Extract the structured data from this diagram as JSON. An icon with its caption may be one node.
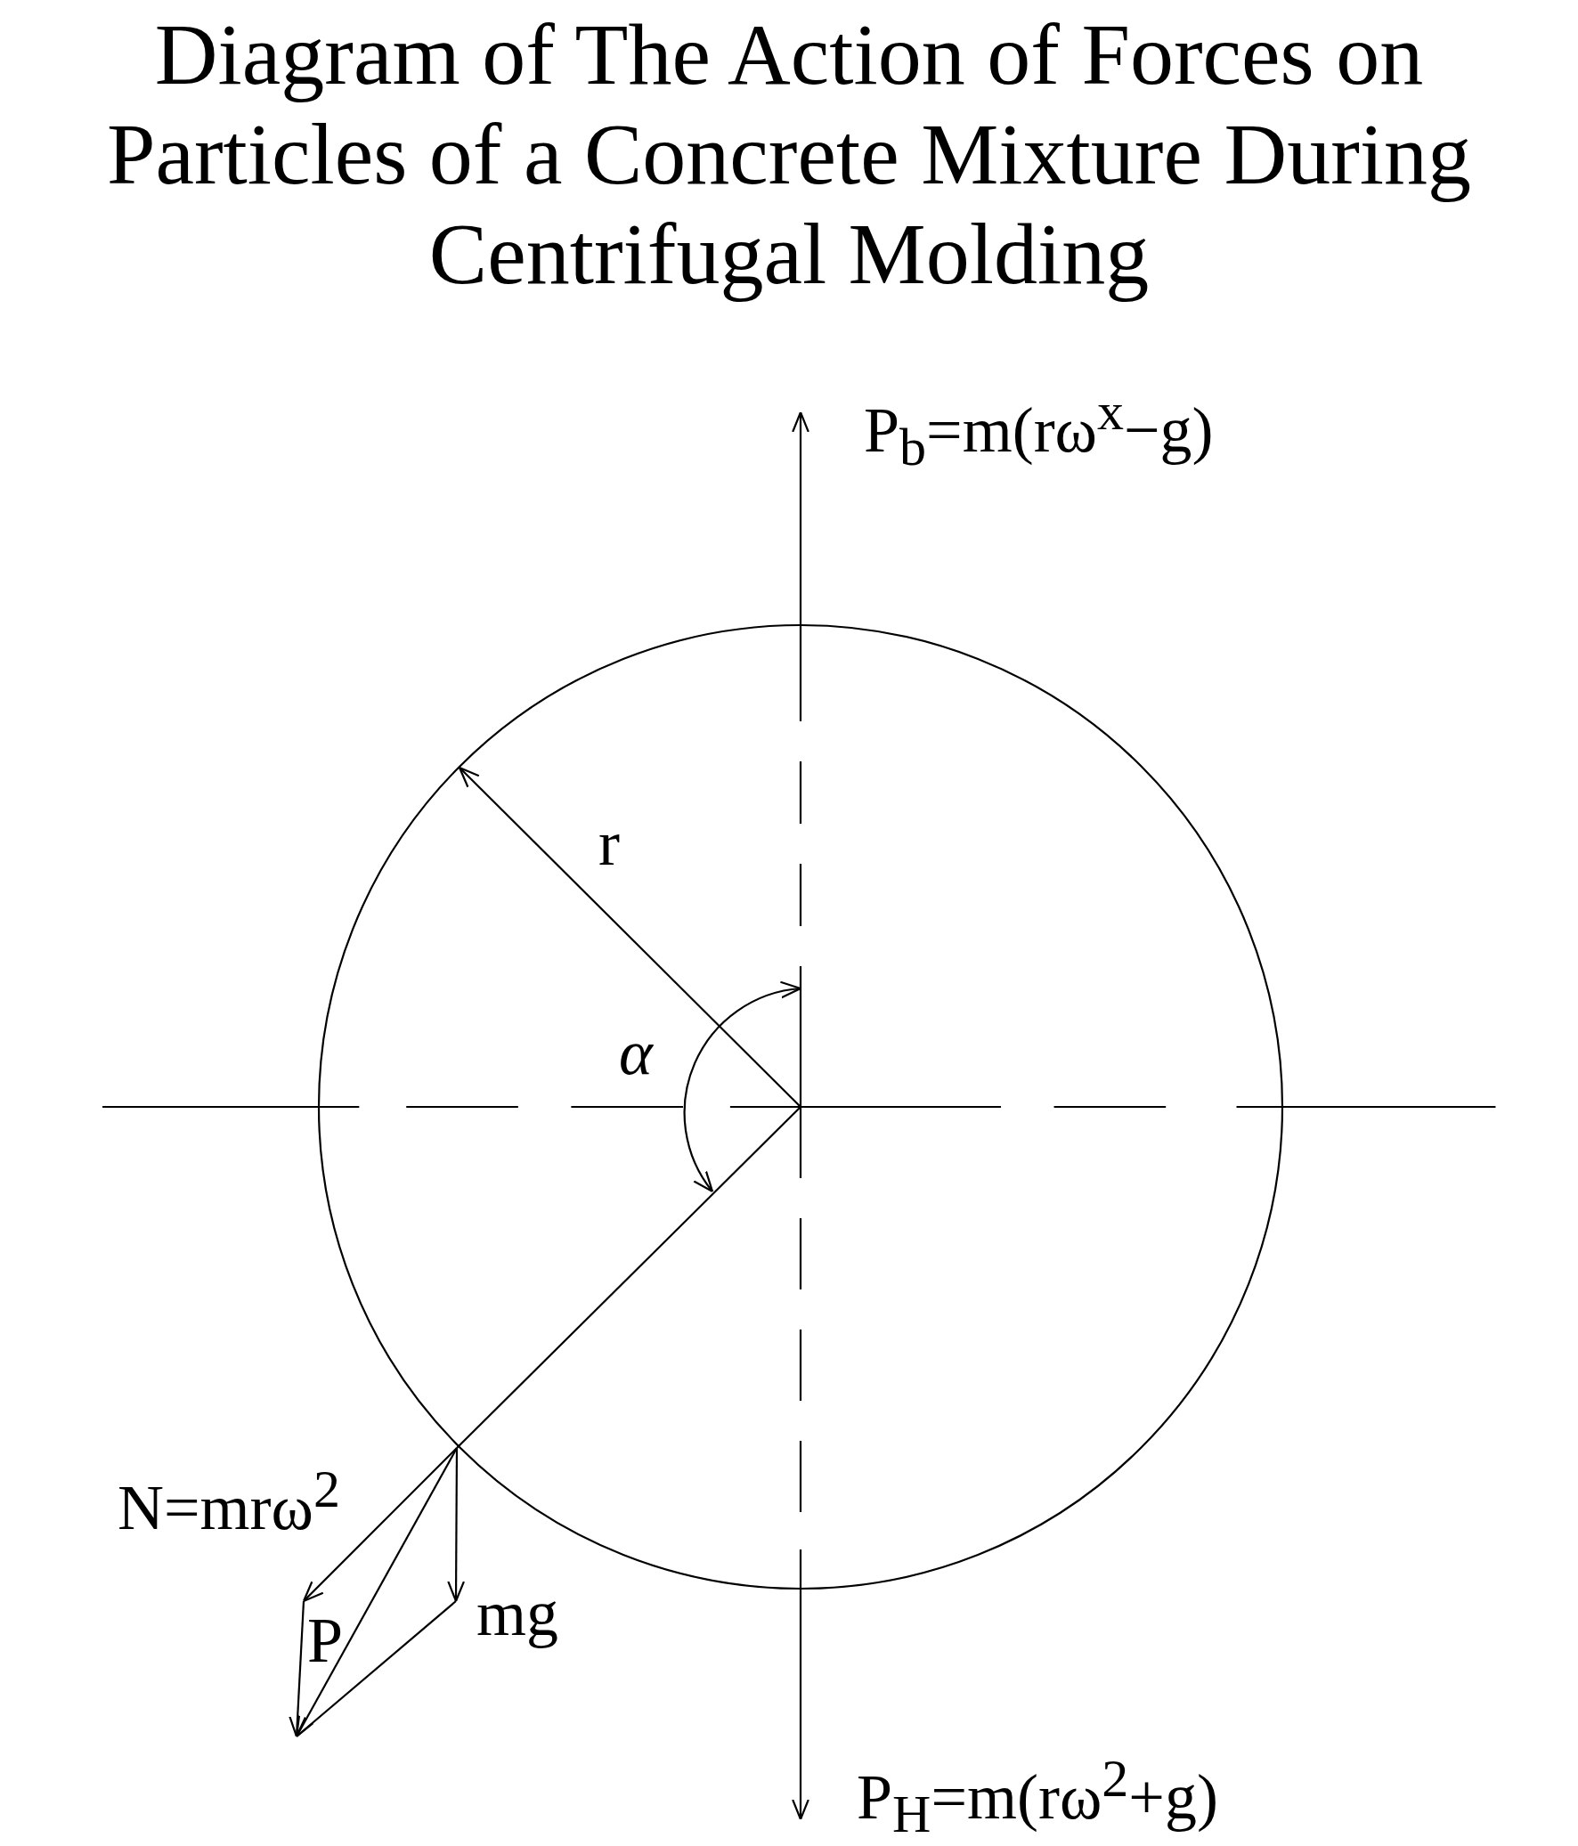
{
  "diagram": {
    "title": "Diagram of The Action of Forces on Particles of a Concrete Mixture During Centrifugal Molding",
    "labels": [
      "P$_{b}$=m(rω$^{x}$−g)",
      "r",
      "α",
      "N=mrω$^{2}$",
      "P",
      "mg",
      "P$_{H}$=m(rω$^{2}$+g)"
    ]
  }
}
